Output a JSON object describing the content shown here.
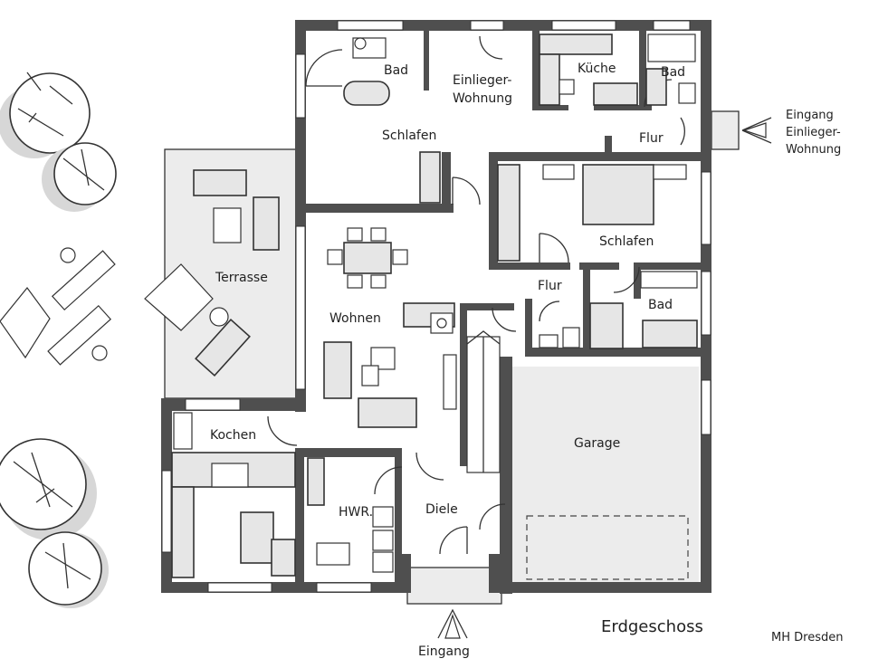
{
  "plan": {
    "title": "Erdgeschoss",
    "credit": "MH Dresden",
    "rooms": {
      "bad_top": "Bad",
      "einlieger_line1": "Einlieger-",
      "einlieger_line2": "Wohnung",
      "kueche_top": "Küche",
      "bad_top_right": "Bad",
      "schlafen_top": "Schlafen",
      "flur_top": "Flur",
      "schlafen_right": "Schlafen",
      "terrasse": "Terrasse",
      "wohnen": "Wohnen",
      "flur_mid": "Flur",
      "bad_mid": "Bad",
      "kochen": "Kochen",
      "garage": "Garage",
      "hwr": "HWR.",
      "diele": "Diele"
    },
    "entrances": {
      "eingang": "Eingang",
      "einlieger_line1": "Eingang",
      "einlieger_line2": "Einlieger-",
      "einlieger_line3": "Wohnung"
    }
  }
}
